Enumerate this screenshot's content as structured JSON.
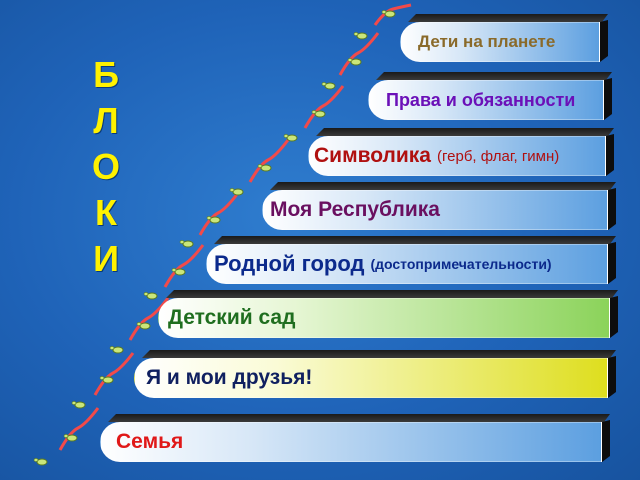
{
  "vertical_title": [
    "Б",
    "Л",
    "О",
    "К",
    "И"
  ],
  "blocks": [
    {
      "label": "Дети на планете",
      "sub": "",
      "color": "#8a6a2a",
      "face": "blue"
    },
    {
      "label": "Права и обязанности",
      "sub": "",
      "color": "#6b10b8",
      "face": "blue"
    },
    {
      "label": "Символика",
      "sub": "(герб, флаг, гимн)",
      "color": "#b01010",
      "face": "blue"
    },
    {
      "label": "Моя Республика",
      "sub": "",
      "color": "#6a1060",
      "face": "blue"
    },
    {
      "label": "Родной город",
      "sub": "(достопримечательности)",
      "color": "#0c2a8c",
      "face": "blue"
    },
    {
      "label": "Детский сад",
      "sub": "",
      "color": "#1f6e1f",
      "face": "green"
    },
    {
      "label": "Я и мои друзья!",
      "sub": "",
      "color": "#102060",
      "face": "yellow"
    },
    {
      "label": "Семья",
      "sub": "",
      "color": "#e01818",
      "face": "blue"
    }
  ]
}
